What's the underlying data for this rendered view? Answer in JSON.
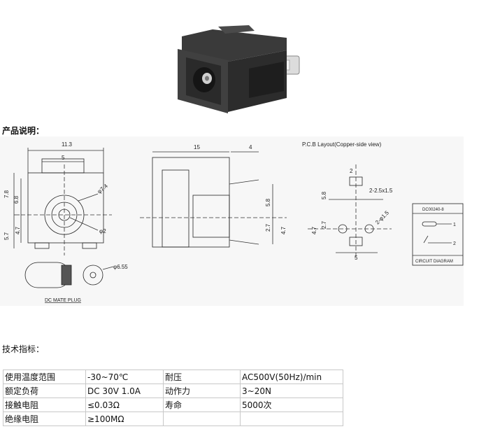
{
  "section_product_label": "产品说明：",
  "section_spec_label": "技术指标：",
  "drawing": {
    "dim_11_3": "11.3",
    "dim_5_top": "5",
    "dim_7_8": "7.8",
    "dim_6_8": "6.8",
    "dim_5_7": "5.7",
    "dim_4_7_left": "4.7",
    "dim_phi_7_4": "φ7.4",
    "dim_phi_2": "φ2",
    "dim_15": "15",
    "dim_4": "4",
    "dim_5_8_side": "5.8",
    "dim_2_7_side": "2.7",
    "dim_4_7_side": "4.7",
    "pcb_title": "P.C.B Layout(Copper-side view)",
    "pcb_2": "2",
    "pcb_slot": "2-2.5x1.5",
    "pcb_5_8": "5.8",
    "pcb_4_7": "4.7",
    "pcb_2_7": "2.7",
    "pcb_phi_1_5": "2-φ1.5",
    "pcb_5": "5",
    "circuit_code": "DC00240-8",
    "circuit_1": "1",
    "circuit_2": "2",
    "circuit_label": "CIRCUIT DIAGRAM",
    "plug_phi": "φ6.55",
    "plug_label": "DC MATE PLUG"
  },
  "specs": [
    [
      "使用温度范围",
      "-30~70℃",
      "耐压",
      "AC500V(50Hz)/min"
    ],
    [
      "额定负荷",
      "DC 30V 1.0A",
      "动作力",
      "3~20N"
    ],
    [
      "接触电阻",
      "≤0.03Ω",
      "寿命",
      "5000次"
    ],
    [
      "绝缘电阻",
      "≥100MΩ",
      "",
      ""
    ]
  ]
}
